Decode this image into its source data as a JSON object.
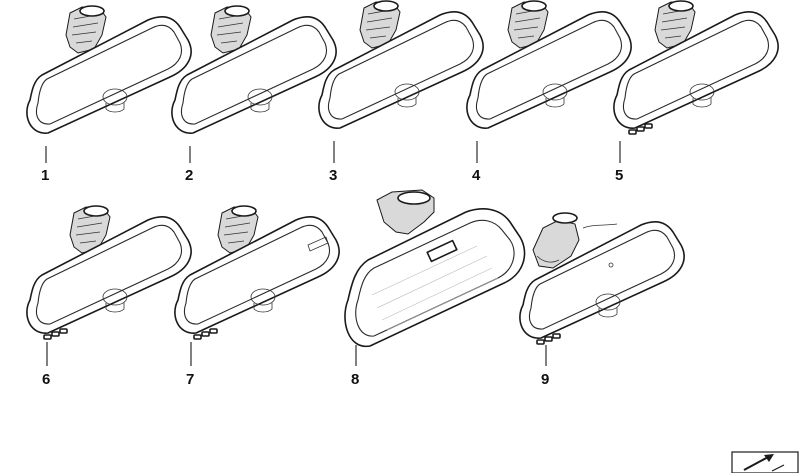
{
  "callouts": [
    "1",
    "2",
    "3",
    "4",
    "5",
    "6",
    "7",
    "8",
    "9"
  ],
  "orientation_icon": "arrow-icon"
}
